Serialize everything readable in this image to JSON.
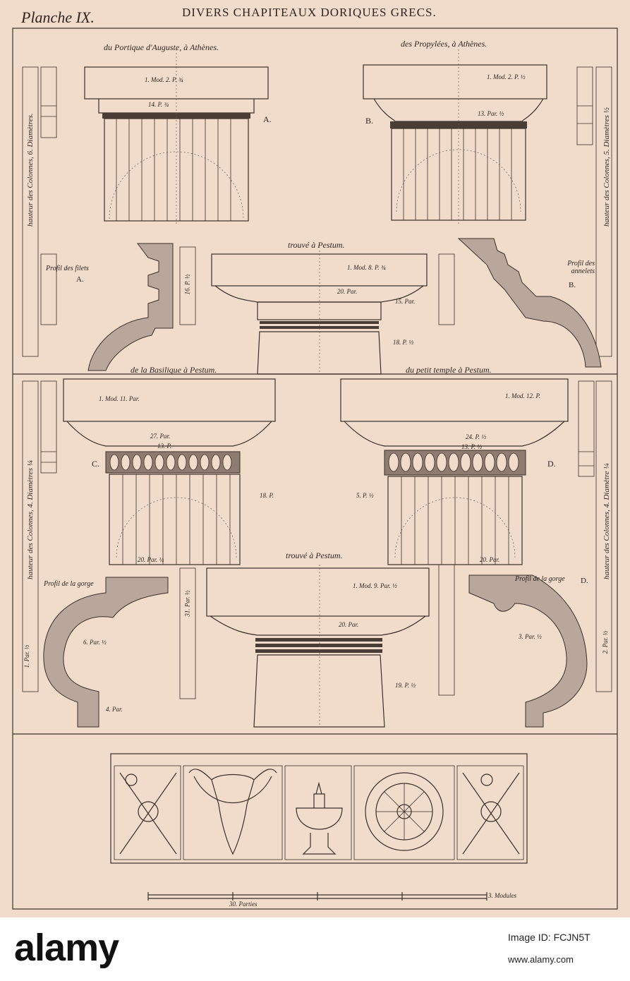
{
  "plate": {
    "number": "Planche IX.",
    "title": "DIVERS CHAPITEAUX DORIQUES GRECS."
  },
  "sections": {
    "a_title": "du Portique d'Auguste, à Athènes.",
    "b_title": "des Propylées, à Athènes.",
    "pestum1_title": "trouvé à Pestum.",
    "c_title": "de la Basilique à Pestum.",
    "d_title": "du petit temple à Pestum.",
    "pestum2_title": "trouvé à Pestum."
  },
  "letters": {
    "a": "A.",
    "b": "B.",
    "c": "C.",
    "d": "D.",
    "a2": "A.",
    "b2": "B.",
    "d2": "D."
  },
  "side_labels": {
    "left_top": "hauteur des Colonnes, 6. Diamètres.",
    "right_top": "hauteur des Colonnes, 5. Diamètres ½",
    "left_bottom": "hauteur des Colonnes, 4. Diamètres ¼",
    "right_bottom": "hauteur des Colonnes, 4. Diamètre ¼"
  },
  "profile_labels": {
    "filets": "Profil des filets",
    "annelets": "Profil des annelets",
    "gorge_left": "Profil de la gorge",
    "gorge_right": "Profil de la gorge"
  },
  "dimensions": {
    "a_top": "1. Mod. 2. P. ¾",
    "a_mid": "14. P. ¾",
    "b_top": "1. Mod. 2. P. ½",
    "b_mid": "13. Par. ½",
    "p1_top": "1. Mod. 8. P. ¾",
    "p1_mid": "20. Par.",
    "p1_mid2": "15. Par.",
    "p1_bot": "18. P. ½",
    "c_top": "1. Mod. 11. Par.",
    "c_mid": "27. Par.",
    "c_mid2": "13. P.",
    "c_bot": "20. Par. ¼",
    "c_side": "18. P.",
    "d_top": "1. Mod. 12. P.",
    "d_mid": "24. P. ½",
    "d_mid2": "13. P. ½",
    "d_bot": "20. Par.",
    "d_side": "5. P. ½",
    "p2_top": "1. Mod. 9. Par. ½",
    "p2_mid": "20. Par.",
    "p2_bot": "19. P. ½",
    "gorge_left_mid": "6. Par. ½",
    "gorge_left_bot": "4. Par.",
    "gorge_right_mid": "3. Par. ½",
    "rule_left": "16. P. ½",
    "rule_left2": "31. Par. ½",
    "rule_right": "1. Par. ½",
    "rule_right2": "2. Par. ½"
  },
  "scale": {
    "parties": "30. Parties",
    "modules": "3. Modules"
  },
  "footer": {
    "logo": "alamy",
    "image_id": "Image ID: FCJN5T",
    "url": "www.alamy.com"
  }
}
